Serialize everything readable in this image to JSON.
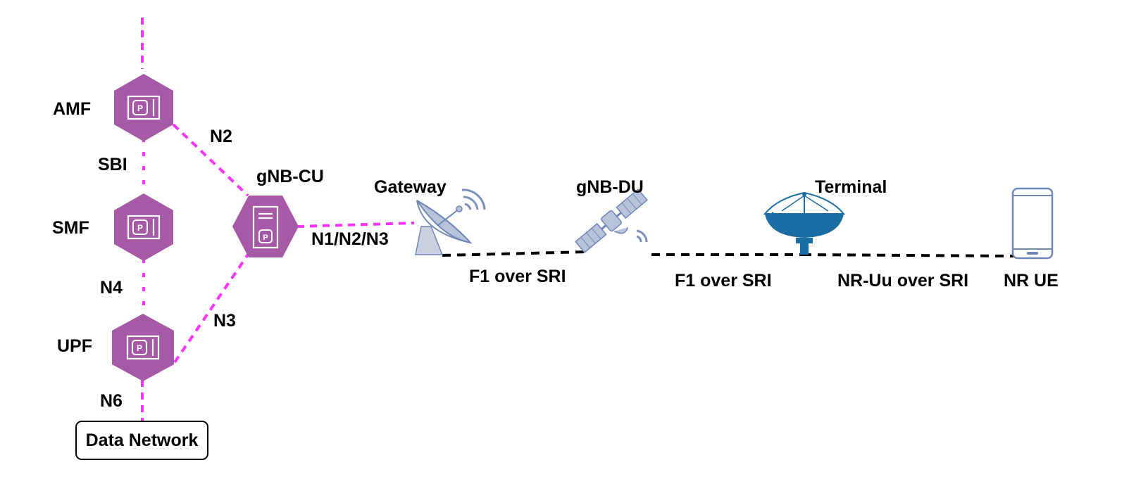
{
  "core": {
    "amf": "AMF",
    "smf": "SMF",
    "upf": "UPF",
    "gnb_cu": "gNB-CU",
    "data_network": "Data Network"
  },
  "interfaces": {
    "n2": "N2",
    "sbi": "SBI",
    "n4": "N4",
    "n3": "N3",
    "n6": "N6",
    "n1n2n3": "N1/N2/N3"
  },
  "ntn": {
    "gateway": "Gateway",
    "gnb_du": "gNB-DU",
    "terminal": "Terminal",
    "nr_ue": "NR UE",
    "link_gw_sat": "F1 over SRI",
    "link_sat_term": "F1 over SRI",
    "link_term_ue": "NR-Uu over SRI"
  },
  "colors": {
    "nf_hexagon": "#a659a6",
    "core_links": "#ff33ff",
    "radio_links": "#000000",
    "gateway_icon": "#b8c3d9",
    "terminal_icon": "#1a6ea3",
    "ue_icon": "#6f87b7"
  }
}
